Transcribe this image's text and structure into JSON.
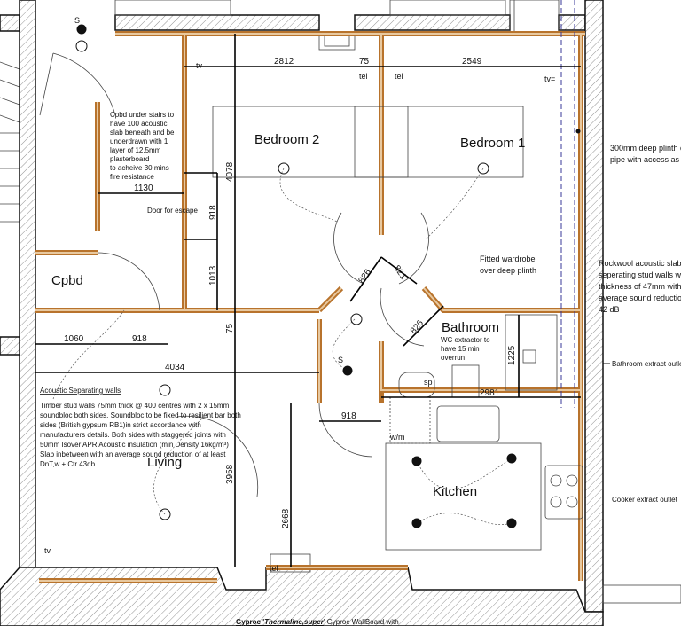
{
  "rooms": {
    "bedroom2": "Bedroom 2",
    "bedroom1": "Bedroom 1",
    "cupboard": "Cpbd",
    "bathroom": "Bathroom",
    "living": "Living",
    "kitchen": "Kitchen"
  },
  "dimensions": {
    "d2812": "2812",
    "d75a": "75",
    "d2549": "2549",
    "d4078": "4078",
    "d1130": "1130",
    "d918a": "918",
    "d1013": "1013",
    "d1060": "1060",
    "d918b": "918",
    "d75b": "75",
    "d4034": "4034",
    "d3958": "3958",
    "d2668": "2668",
    "d918c": "918",
    "d826a": "826",
    "d821": "821",
    "d826b": "826",
    "d1225": "1225",
    "d2981": "2981"
  },
  "symbols": {
    "s1": "S",
    "s2": "S",
    "tel1": "tel",
    "tel2": "tel",
    "tel3": "tel",
    "tv1": "tv",
    "tv2": "tv=",
    "tv3": "tv",
    "sp": "sp",
    "wm": "w/m"
  },
  "notes": {
    "door_escape": "Door for escape",
    "cupboard_note": [
      "Cpbd under stairs to",
      "have 100 acoustic",
      "slab beneath and be",
      "underdrawn with 1",
      "layer of 12.5mm",
      "plasterboard",
      "to acheive 30 mins",
      "fire resistance"
    ],
    "acoustic_title": "Acoustic Separating  walls",
    "acoustic_body": [
      "Timber stud walls 75mm thick @ 400 centres with 2 x 15mm",
      "soundbloc both sides. Soundbloc to be fixed to resilient bar both",
      "sides (British gypsum RB1)in strict accordance with",
      "manufacturers details. Both sides with staggered joints with",
      "50mm Isover APR Acoustic insulation (min Density 16kg/m³)",
      "Slab inbetween with an average sound reduction of at least",
      "DnT,w + Ctr 43db"
    ],
    "wardrobe": [
      "Fitted wardrobe",
      "over deep plinth"
    ],
    "wc_extractor": [
      "WC extractor to",
      "have 15 min",
      "overrun"
    ],
    "plinth": [
      "300mm deep plinth c",
      "pipe with access as"
    ],
    "rockwool": [
      "Rockwool acoustic slab",
      "seperating stud walls  w",
      "thickness of 47mm with",
      "average sound reductio",
      "42 dB"
    ],
    "bathroom_extract": "Bathroom extract outlet",
    "cooker_extract": "Cooker extract outlet",
    "caption_pre": "Gyproc '",
    "caption_em": "Thermaline,super",
    "caption_post": "' Gyproc WallBoard with"
  },
  "colors": {
    "stud_wall": "#b8732c",
    "stud_core": "#e8c9a0",
    "services_line": "#3a3a9a"
  }
}
